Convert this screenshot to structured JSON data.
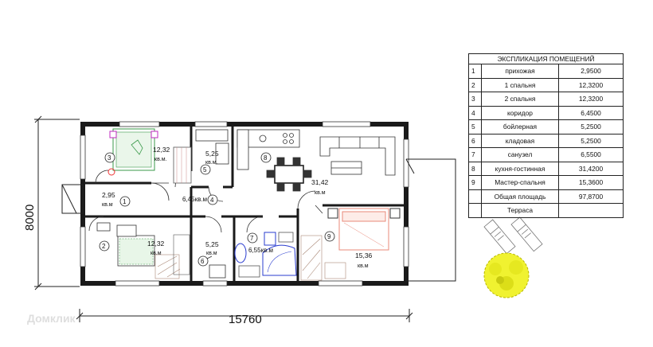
{
  "table": {
    "title": "ЭКСПЛИКАЦИЯ ПОМЕЩЕНИЙ",
    "rows": [
      {
        "num": "1",
        "name": "прихожая",
        "area": "2,9500"
      },
      {
        "num": "2",
        "name": "1 спальня",
        "area": "12,3200"
      },
      {
        "num": "3",
        "name": "2 спальня",
        "area": "12,3200"
      },
      {
        "num": "4",
        "name": "коридор",
        "area": "6,4500"
      },
      {
        "num": "5",
        "name": "бойлерная",
        "area": "5,2500"
      },
      {
        "num": "6",
        "name": "кладовая",
        "area": "5,2500"
      },
      {
        "num": "7",
        "name": "санузел",
        "area": "6,5500"
      },
      {
        "num": "8",
        "name": "кухня-гостинная",
        "area": "31,4200"
      },
      {
        "num": "9",
        "name": "Мастер-спальня",
        "area": "15,3600"
      }
    ],
    "total": {
      "name": "Общая площадь",
      "area": "97,8700"
    },
    "extra": {
      "name": "Терраса",
      "area": ""
    }
  },
  "plan": {
    "dim_width": "15760",
    "dim_height": "8000",
    "rooms": {
      "r1": {
        "num": "1",
        "area": "2,95",
        "unit": "кв.м"
      },
      "r2": {
        "num": "2",
        "area": "12,32",
        "unit": "кв.м"
      },
      "r3": {
        "num": "3",
        "area": "12,32",
        "unit": "кв.м."
      },
      "r4": {
        "num": "4",
        "area": "6,45кв.м"
      },
      "r5": {
        "num": "5",
        "area": "5,25",
        "unit": "кв.м."
      },
      "r6": {
        "num": "6",
        "area": "5,25",
        "unit": "кв.м"
      },
      "r7": {
        "num": "7",
        "area": "6,55кв.м"
      },
      "r8": {
        "num": "8",
        "area": "31,42",
        "unit": "кв.м"
      },
      "r9": {
        "num": "9",
        "area": "15,36",
        "unit": "кв.м"
      }
    }
  },
  "watermark": "Домклик",
  "colors": {
    "wall": "#1a1a1a",
    "bed_pink": "#e98a7a",
    "furniture_blue": "#2a3ccf",
    "plant": "#e8ea20",
    "green": "#3a9a4a",
    "magenta": "#c02ac0"
  }
}
